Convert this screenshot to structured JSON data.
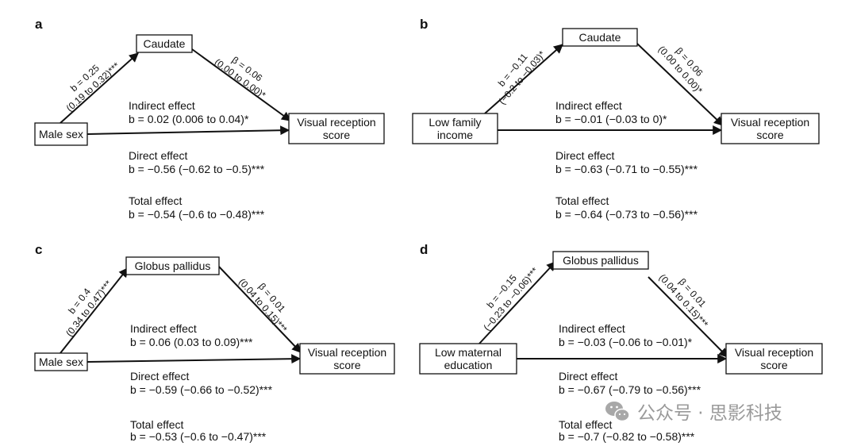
{
  "panels": [
    {
      "letter": "a",
      "mediator": "Caudate",
      "predictor": [
        "Male sex"
      ],
      "outcome": [
        "Visual reception",
        "score"
      ],
      "path_a": [
        "b = 0.25",
        "(0.19 to 0.32)***"
      ],
      "path_b": [
        "β = 0.06",
        "(0.00 to 0.00)*"
      ],
      "indirect": [
        "Indirect effect",
        "b = 0.02 (0.006 to 0.04)*"
      ],
      "direct": [
        "Direct effect",
        "b = −0.56 (−0.62 to −0.5)***"
      ],
      "total": [
        "Total effect",
        "b = −0.54 (−0.6 to −0.48)***"
      ]
    },
    {
      "letter": "b",
      "mediator": "Caudate",
      "predictor": [
        "Low family",
        "income"
      ],
      "outcome": [
        "Visual reception",
        "score"
      ],
      "path_a": [
        "b = −0.11",
        "(−0.2 to −0.03)*"
      ],
      "path_b": [
        "β = 0.06",
        "(0.00 to 0.00)*"
      ],
      "indirect": [
        "Indirect effect",
        "b = −0.01 (−0.03 to 0)*"
      ],
      "direct": [
        "Direct effect",
        "b = −0.63 (−0.71 to −0.55)***"
      ],
      "total": [
        "Total effect",
        "b = −0.64 (−0.73 to −0.56)***"
      ]
    },
    {
      "letter": "c",
      "mediator": "Globus pallidus",
      "predictor": [
        "Male sex"
      ],
      "outcome": [
        "Visual reception",
        "score"
      ],
      "path_a": [
        "b = 0.4",
        "(0.34 to 0.47)***"
      ],
      "path_b": [
        "β = 0.01",
        "(0.04 to 0.15)***"
      ],
      "indirect": [
        "Indirect effect",
        "b = 0.06 (0.03 to 0.09)***"
      ],
      "direct": [
        "Direct effect",
        "b = −0.59 (−0.66 to −0.52)***"
      ],
      "total": [
        "Total effect",
        "b = −0.53 (−0.6 to −0.47)***"
      ]
    },
    {
      "letter": "d",
      "mediator": "Globus pallidus",
      "predictor": [
        "Low maternal",
        "education"
      ],
      "outcome": [
        "Visual reception",
        "score"
      ],
      "path_a": [
        "b = −0.15",
        "(−0.23 to −0.06)***"
      ],
      "path_b": [
        "β = 0.01",
        "(0.04 to 0.15)***"
      ],
      "indirect": [
        "Indirect effect",
        "b = −0.03 (−0.06 to −0.01)*"
      ],
      "direct": [
        "Direct effect",
        "b = −0.67 (−0.79 to −0.56)***"
      ],
      "total": [
        "Total effect",
        "b = −0.7 (−0.82 to −0.58)***"
      ]
    }
  ],
  "watermark": {
    "icon": "wechat-icon",
    "text": "公众号 · 思影科技"
  }
}
